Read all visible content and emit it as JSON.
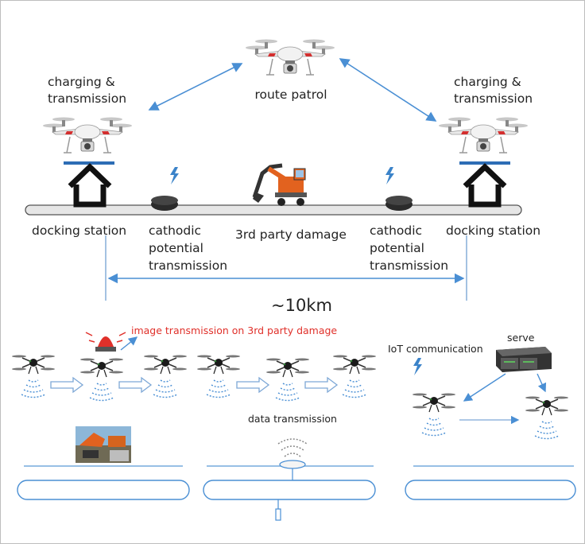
{
  "top": {
    "route_patrol": "route patrol",
    "left_charging": "charging &",
    "left_transmission": "transmission",
    "right_charging": "charging &",
    "right_transmission": "transmission",
    "docking_station_left": "docking station",
    "docking_station_right": "docking station",
    "cathodic_left": [
      "cathodic",
      "potential",
      "transmission"
    ],
    "cathodic_right": [
      "cathodic",
      "potential",
      "transmission"
    ],
    "third_party_damage": "3rd party damage",
    "distance": "~10km"
  },
  "bottom": {
    "image_transmission": "image transmission on 3rd party damage",
    "data_transmission": "data transmission",
    "iot_communication": "IoT communication",
    "server": "serve"
  },
  "colors": {
    "arrow_blue": "#4a8fd4",
    "lightning_blue": "#3b83c9",
    "alert_red": "#e0302a",
    "line_blue": "#5b9bd5"
  }
}
